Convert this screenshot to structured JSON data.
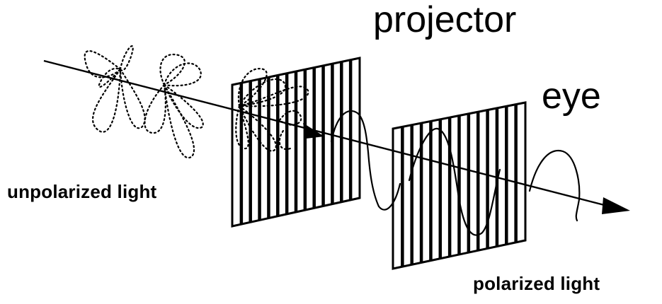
{
  "labels": {
    "projector": "projector",
    "eye": "eye",
    "unpolarized_light": "unpolarized light",
    "polarized_light": "polarized light"
  },
  "colors": {
    "ink": "#000000",
    "background": "#ffffff"
  },
  "elements": {
    "beam": "light-ray-arrow",
    "filter_1": "vertical-polarizer-grid",
    "filter_2": "vertical-polarizer-grid",
    "unpolarized_wave": "dotted-multi-plane-wave",
    "polarized_wave": "sine-wave"
  }
}
